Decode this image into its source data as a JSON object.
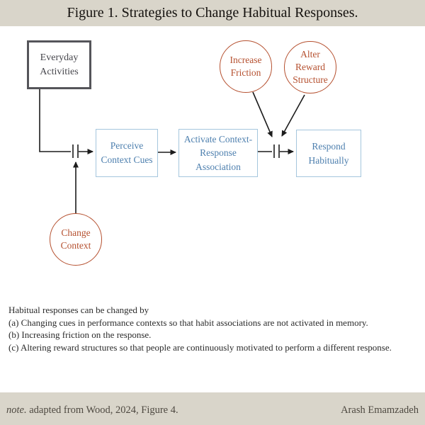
{
  "figure": {
    "title": "Figure 1. Strategies to Change Habitual Responses."
  },
  "nodes": {
    "everyday_activities": {
      "label": "Everyday Activities",
      "shape": "rectangle",
      "color": "#55555a"
    },
    "increase_friction": {
      "label": "Increase Friction",
      "shape": "circle",
      "color": "#b5502f"
    },
    "alter_reward": {
      "label": "Alter Reward Structure",
      "shape": "circle",
      "color": "#b5502f"
    },
    "perceive": {
      "label": "Perceive Context Cues",
      "shape": "rectangle",
      "color": "#4d7fae"
    },
    "activate": {
      "label": "Activate Context-Response Association",
      "shape": "rectangle",
      "color": "#4d7fae"
    },
    "respond": {
      "label": "Respond Habitually",
      "shape": "rectangle",
      "color": "#4d7fae"
    },
    "change_context": {
      "label": "Change Context",
      "shape": "circle",
      "color": "#b5502f"
    }
  },
  "edges": [
    {
      "from": "Everyday Activities",
      "to": "Perceive Context Cues",
      "type": "arrow-with-break"
    },
    {
      "from": "Perceive Context Cues",
      "to": "Activate Context-Response Association",
      "type": "arrow"
    },
    {
      "from": "Activate Context-Response Association",
      "to": "Respond Habitually",
      "type": "arrow-with-break"
    },
    {
      "from": "Increase Friction",
      "to": "break before Respond Habitually",
      "type": "arrow"
    },
    {
      "from": "Alter Reward Structure",
      "to": "break before Respond Habitually",
      "type": "arrow"
    },
    {
      "from": "Change Context",
      "to": "break before Perceive Context Cues",
      "type": "arrow"
    }
  ],
  "caption": {
    "lines": [
      "Habitual responses can be changed by",
      "(a) Changing cues in performance contexts so that habit associations are not activated in memory.",
      "(b) Increasing friction on the response.",
      "(c) Altering reward structures so that people are continuously motivated to perform a different response."
    ]
  },
  "footer": {
    "note_label": "note.",
    "note_text": " adapted from Wood, 2024, Figure 4.",
    "author": "Arash Emamzadeh"
  },
  "colors": {
    "band_background": "#d9d5ca",
    "page_background": "#ffffff",
    "blue_node_text": "#4d7fae",
    "blue_node_border": "#a5c6dd",
    "red_node": "#b5502f",
    "gray_node_border": "#55555a",
    "connector": "#1c1c1c"
  }
}
